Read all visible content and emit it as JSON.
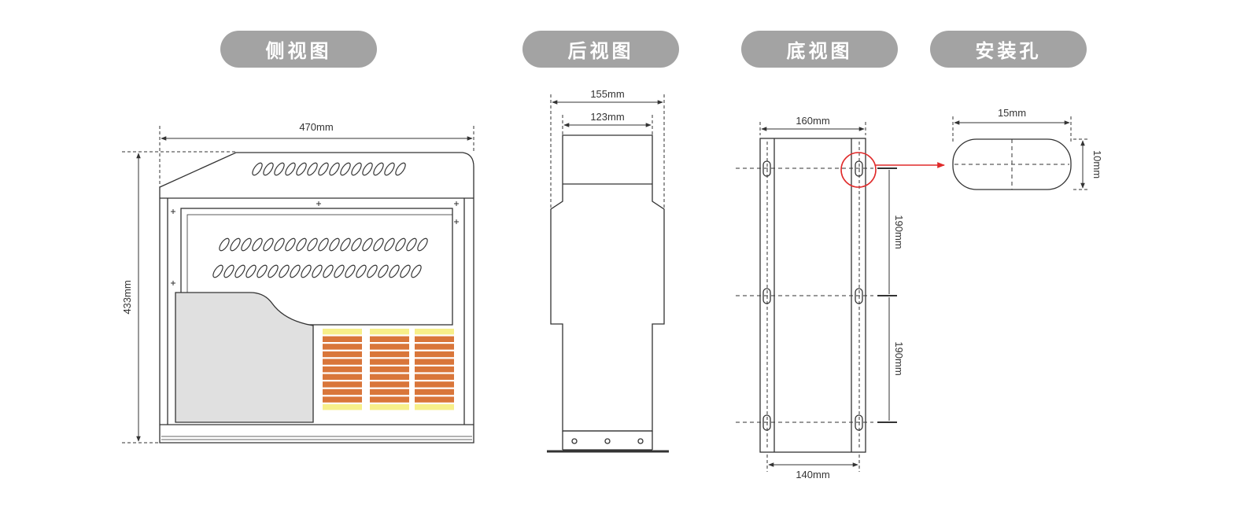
{
  "views": {
    "side": {
      "title": "侧视图",
      "width_label": "470mm",
      "height_label": "433mm"
    },
    "back": {
      "title": "后视图",
      "outer_label": "155mm",
      "inner_label": "123mm"
    },
    "bottom": {
      "title": "底视图",
      "top_label": "160mm",
      "bottom_label": "140mm",
      "spacing_upper_label": "190mm",
      "spacing_lower_label": "190mm"
    },
    "hole": {
      "title": "安装孔",
      "width_label": "15mm",
      "height_label": "10mm"
    }
  },
  "colors": {
    "pill": "#a3a3a3",
    "line": "#333333",
    "gray_panel": "#e0e0e0",
    "heater_orange": "#d9763a",
    "heater_yellow": "#f7ef8a",
    "callout": "#e02a2a"
  }
}
